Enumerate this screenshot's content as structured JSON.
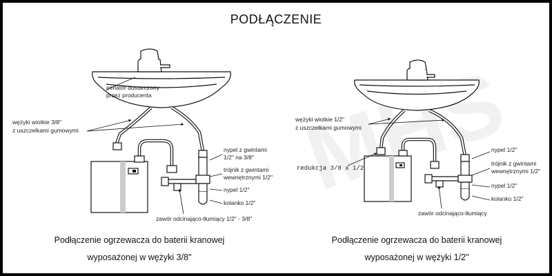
{
  "title": "PODŁĄCZENIE",
  "watermark": "MHS",
  "left": {
    "labels": {
      "aerator": [
        "perlator dostarczony",
        "przez producenta"
      ],
      "hoses": [
        "wężyki wiotkie 3/8\"",
        "z uszczelkami gumowymi"
      ],
      "nipple_thread": [
        "nypel z gwintami",
        "1/2\" na 3/8\""
      ],
      "tee": [
        "trójnik z gwintami",
        "wewnętrznymi 1/2\""
      ],
      "nipple": "nypel 1/2\"",
      "elbow": "kolanko 1/2\"",
      "valve": "zawór odcinająco-tłumiący 1/2\" - 3/8\""
    },
    "caption": [
      "Podłączenie ogrzewacza do baterii kranowej",
      "wyposażonej w wężyki 3/8\""
    ]
  },
  "right": {
    "labels": {
      "hoses": [
        "wężyki wiotkie 1/2\"",
        "z uszczelkami gumowymi"
      ],
      "reduction": "redukcja 3/8 x 1/2",
      "nipple_top": "nypel 1/2\"",
      "tee": [
        "trójnik z gwintami",
        "wewnętrznymi 1/2\""
      ],
      "nipple": "nypel 1/2\"",
      "elbow": "kolanko 1/2\"",
      "valve": "zawór odcinająco-tłumiący"
    },
    "caption": [
      "Podłączenie ogrzewacza do baterii kranowej",
      "wyposażonej w wężyki 1/2\""
    ]
  }
}
